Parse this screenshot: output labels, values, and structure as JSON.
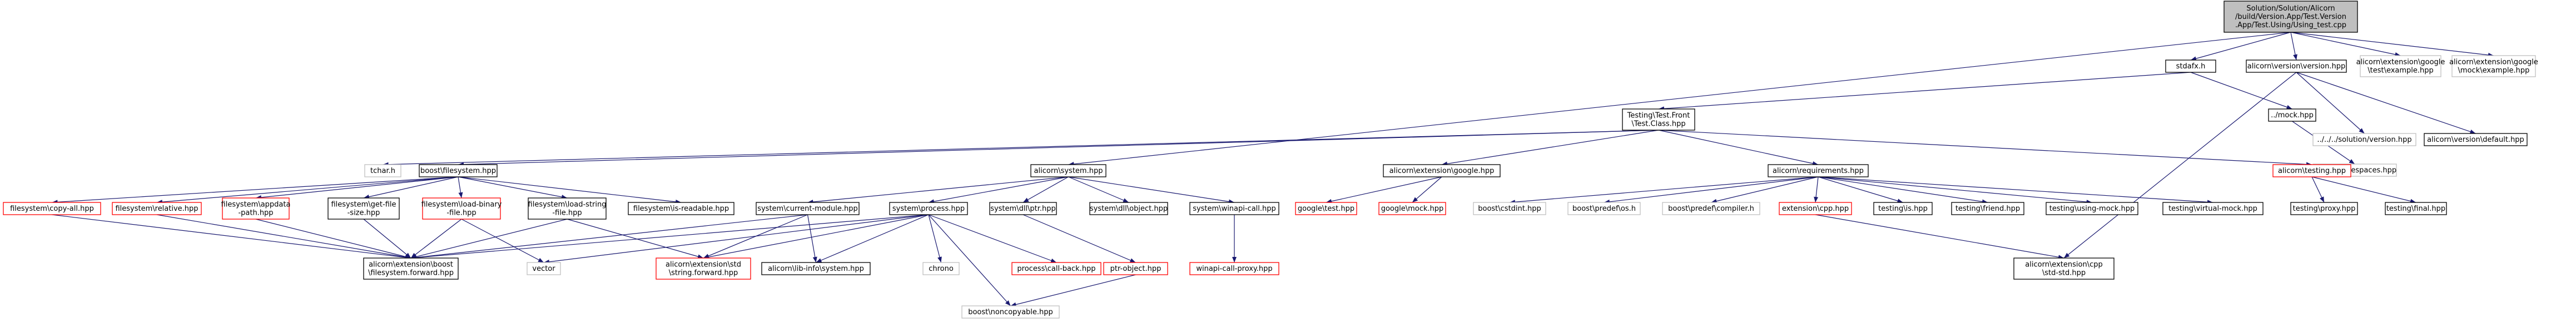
{
  "colors": {
    "edge": "#191970",
    "root_fill": "#bfbfbf",
    "root_border": "#000000",
    "documented_border": "#000000",
    "external_border": "#bfbfbf",
    "missing_border": "#ff0000"
  },
  "nodes": {
    "root": {
      "lines": [
        "Solution/Solution/Alicorn",
        "/build/Version.App/Test.Version",
        ".App/Test.Using/Using_test.cpp"
      ],
      "kind": "root"
    },
    "stdafx": {
      "lines": [
        "stdafx.h"
      ],
      "kind": "documented"
    },
    "version_hpp": {
      "lines": [
        "alicorn\\version\\version.hpp"
      ],
      "kind": "documented"
    },
    "google_test_example": {
      "lines": [
        "alicorn\\extension\\google",
        "\\test\\example.hpp"
      ],
      "kind": "external"
    },
    "google_mock_example": {
      "lines": [
        "alicorn\\extension\\google",
        "\\mock\\example.hpp"
      ],
      "kind": "external"
    },
    "testing_class": {
      "lines": [
        "Testing\\Test.Front",
        "\\Test.Class.hpp"
      ],
      "kind": "documented"
    },
    "mock_hpp": {
      "lines": [
        "../mock.hpp"
      ],
      "kind": "documented"
    },
    "solution_version": {
      "lines": [
        "../../../solution/version.hpp"
      ],
      "kind": "external"
    },
    "version_default": {
      "lines": [
        "alicorn\\version\\default.hpp"
      ],
      "kind": "documented"
    },
    "mock_namespaces": {
      "lines": [
        "Mock\\Namespaces.hpp"
      ],
      "kind": "external"
    },
    "tchar": {
      "lines": [
        "tchar.h"
      ],
      "kind": "external"
    },
    "boost_filesystem": {
      "lines": [
        "boost\\filesystem.hpp"
      ],
      "kind": "documented"
    },
    "alicorn_system": {
      "lines": [
        "alicorn\\system.hpp"
      ],
      "kind": "documented"
    },
    "extension_google": {
      "lines": [
        "alicorn\\extension\\google.hpp"
      ],
      "kind": "documented"
    },
    "requirements": {
      "lines": [
        "alicorn\\requirements.hpp"
      ],
      "kind": "documented"
    },
    "alicorn_testing": {
      "lines": [
        "alicorn\\testing.hpp"
      ],
      "kind": "missing"
    },
    "fs_copy_all": {
      "lines": [
        "filesystem\\copy-all.hpp"
      ],
      "kind": "missing"
    },
    "fs_relative": {
      "lines": [
        "filesystem\\relative.hpp"
      ],
      "kind": "missing"
    },
    "fs_appdata": {
      "lines": [
        "filesystem\\appdata",
        "-path.hpp"
      ],
      "kind": "missing"
    },
    "fs_get_file_size": {
      "lines": [
        "filesystem\\get-file",
        "-size.hpp"
      ],
      "kind": "documented"
    },
    "fs_load_binary": {
      "lines": [
        "filesystem\\load-binary",
        "-file.hpp"
      ],
      "kind": "missing"
    },
    "fs_load_string": {
      "lines": [
        "filesystem\\load-string",
        "-file.hpp"
      ],
      "kind": "documented"
    },
    "fs_is_readable": {
      "lines": [
        "filesystem\\is-readable.hpp"
      ],
      "kind": "documented"
    },
    "sys_current_module": {
      "lines": [
        "system\\current-module.hpp"
      ],
      "kind": "documented"
    },
    "sys_process": {
      "lines": [
        "system\\process.hpp"
      ],
      "kind": "documented"
    },
    "sys_dll_ptr": {
      "lines": [
        "system\\dll\\ptr.hpp"
      ],
      "kind": "documented"
    },
    "sys_dll_object": {
      "lines": [
        "system\\dll\\object.hpp"
      ],
      "kind": "documented"
    },
    "sys_winapi_call": {
      "lines": [
        "system\\winapi-call.hpp"
      ],
      "kind": "documented"
    },
    "google_test": {
      "lines": [
        "google\\test.hpp"
      ],
      "kind": "missing"
    },
    "google_mock": {
      "lines": [
        "google\\mock.hpp"
      ],
      "kind": "missing"
    },
    "boost_cstdint": {
      "lines": [
        "boost\\cstdint.hpp"
      ],
      "kind": "external"
    },
    "boost_predef_os": {
      "lines": [
        "boost\\predef\\os.h"
      ],
      "kind": "external"
    },
    "boost_predef_compiler": {
      "lines": [
        "boost\\predef\\compiler.h"
      ],
      "kind": "external"
    },
    "extension_cpp": {
      "lines": [
        "extension\\cpp.hpp"
      ],
      "kind": "missing"
    },
    "testing_is": {
      "lines": [
        "testing\\is.hpp"
      ],
      "kind": "documented"
    },
    "testing_friend": {
      "lines": [
        "testing\\friend.hpp"
      ],
      "kind": "documented"
    },
    "testing_using_mock": {
      "lines": [
        "testing\\using-mock.hpp"
      ],
      "kind": "documented"
    },
    "testing_virtual_mock": {
      "lines": [
        "testing\\virtual-mock.hpp"
      ],
      "kind": "documented"
    },
    "testing_proxy": {
      "lines": [
        "testing\\proxy.hpp"
      ],
      "kind": "documented"
    },
    "testing_final": {
      "lines": [
        "testing\\final.hpp"
      ],
      "kind": "documented"
    },
    "boost_fs_forward": {
      "lines": [
        "alicorn\\extension\\boost",
        "\\filesystem.forward.hpp"
      ],
      "kind": "documented"
    },
    "vector": {
      "lines": [
        "vector"
      ],
      "kind": "external"
    },
    "string_forward": {
      "lines": [
        "alicorn\\extension\\std",
        "\\string.forward.hpp"
      ],
      "kind": "missing"
    },
    "lib_info_system": {
      "lines": [
        "alicorn\\lib-info\\system.hpp"
      ],
      "kind": "documented"
    },
    "chrono": {
      "lines": [
        "chrono"
      ],
      "kind": "external"
    },
    "process_callback": {
      "lines": [
        "process\\call-back.hpp"
      ],
      "kind": "missing"
    },
    "ptr_object": {
      "lines": [
        "ptr-object.hpp"
      ],
      "kind": "missing"
    },
    "winapi_call_proxy": {
      "lines": [
        "winapi-call-proxy.hpp"
      ],
      "kind": "missing"
    },
    "cpp_std_std": {
      "lines": [
        "alicorn\\extension\\cpp",
        "\\std-std.hpp"
      ],
      "kind": "documented"
    },
    "boost_noncopyable": {
      "lines": [
        "boost\\noncopyable.hpp"
      ],
      "kind": "external"
    }
  },
  "edges": [
    [
      "root",
      "stdafx"
    ],
    [
      "root",
      "version_hpp"
    ],
    [
      "root",
      "google_test_example"
    ],
    [
      "root",
      "google_mock_example"
    ],
    [
      "root",
      "alicorn_system"
    ],
    [
      "stdafx",
      "testing_class"
    ],
    [
      "stdafx",
      "mock_hpp"
    ],
    [
      "version_hpp",
      "solution_version"
    ],
    [
      "version_hpp",
      "version_default"
    ],
    [
      "version_hpp",
      "cpp_std_std"
    ],
    [
      "mock_hpp",
      "mock_namespaces"
    ],
    [
      "testing_class",
      "tchar"
    ],
    [
      "testing_class",
      "boost_filesystem"
    ],
    [
      "testing_class",
      "extension_google"
    ],
    [
      "testing_class",
      "requirements"
    ],
    [
      "testing_class",
      "alicorn_testing"
    ],
    [
      "boost_filesystem",
      "fs_copy_all"
    ],
    [
      "boost_filesystem",
      "fs_relative"
    ],
    [
      "boost_filesystem",
      "fs_appdata"
    ],
    [
      "boost_filesystem",
      "fs_get_file_size"
    ],
    [
      "boost_filesystem",
      "fs_load_binary"
    ],
    [
      "boost_filesystem",
      "fs_load_string"
    ],
    [
      "boost_filesystem",
      "fs_is_readable"
    ],
    [
      "fs_copy_all",
      "boost_fs_forward"
    ],
    [
      "fs_relative",
      "boost_fs_forward"
    ],
    [
      "fs_appdata",
      "boost_fs_forward"
    ],
    [
      "fs_get_file_size",
      "boost_fs_forward"
    ],
    [
      "fs_load_binary",
      "boost_fs_forward"
    ],
    [
      "fs_load_binary",
      "vector"
    ],
    [
      "fs_load_string",
      "boost_fs_forward"
    ],
    [
      "fs_load_string",
      "string_forward"
    ],
    [
      "alicorn_system",
      "sys_current_module"
    ],
    [
      "alicorn_system",
      "sys_process"
    ],
    [
      "alicorn_system",
      "sys_dll_ptr"
    ],
    [
      "alicorn_system",
      "sys_dll_object"
    ],
    [
      "alicorn_system",
      "sys_winapi_call"
    ],
    [
      "sys_current_module",
      "boost_fs_forward"
    ],
    [
      "sys_current_module",
      "string_forward"
    ],
    [
      "sys_current_module",
      "lib_info_system"
    ],
    [
      "sys_process",
      "boost_fs_forward"
    ],
    [
      "sys_process",
      "vector"
    ],
    [
      "sys_process",
      "string_forward"
    ],
    [
      "sys_process",
      "lib_info_system"
    ],
    [
      "sys_process",
      "chrono"
    ],
    [
      "sys_process",
      "process_callback"
    ],
    [
      "sys_process",
      "boost_noncopyable"
    ],
    [
      "sys_dll_ptr",
      "ptr_object"
    ],
    [
      "ptr_object",
      "boost_noncopyable"
    ],
    [
      "sys_winapi_call",
      "winapi_call_proxy"
    ],
    [
      "extension_google",
      "google_test"
    ],
    [
      "extension_google",
      "google_mock"
    ],
    [
      "requirements",
      "boost_cstdint"
    ],
    [
      "requirements",
      "boost_predef_os"
    ],
    [
      "requirements",
      "boost_predef_compiler"
    ],
    [
      "requirements",
      "extension_cpp"
    ],
    [
      "requirements",
      "testing_is"
    ],
    [
      "requirements",
      "testing_friend"
    ],
    [
      "requirements",
      "testing_using_mock"
    ],
    [
      "requirements",
      "testing_virtual_mock"
    ],
    [
      "extension_cpp",
      "cpp_std_std"
    ],
    [
      "alicorn_testing",
      "testing_proxy"
    ],
    [
      "alicorn_testing",
      "testing_final"
    ]
  ]
}
